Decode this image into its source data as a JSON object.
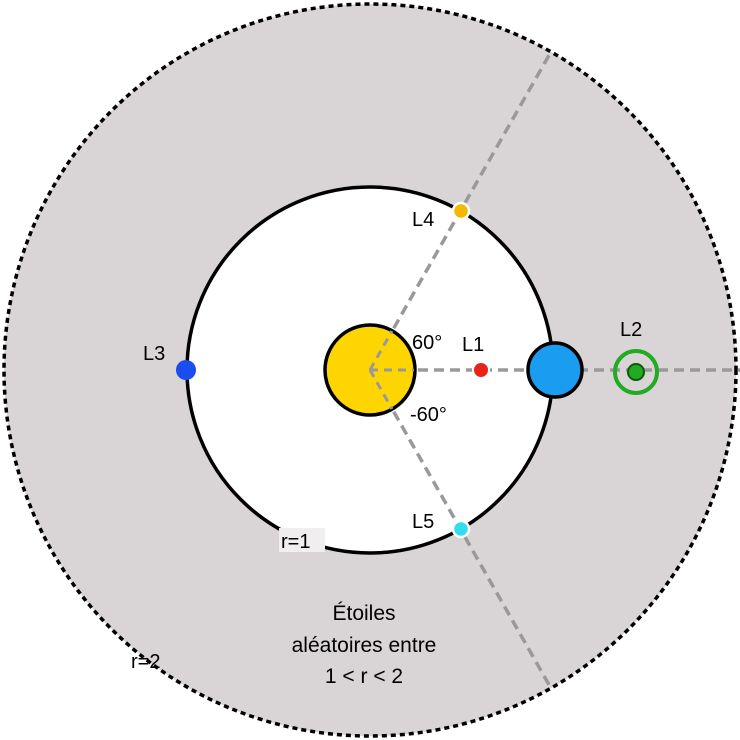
{
  "labels": {
    "l1": "L1",
    "l2": "L2",
    "l3": "L3",
    "l4": "L4",
    "l5": "L5",
    "angle_top": "60°",
    "angle_bottom": "-60°",
    "inner_radius": "r=1",
    "outer_radius": "r=2",
    "note_line1": "Étoiles",
    "note_line2": "aléatoires entre",
    "note_line3": "1 < r < 2"
  },
  "colors": {
    "annulus_fill": "#d9d4d6",
    "sun": "#ffd500",
    "planet": "#1a9cf0",
    "l1": "#e8231a",
    "l2": "#22aa22",
    "l3": "#1a4cf0",
    "l4": "#f5b800",
    "l5": "#33ddee",
    "guide_lines": "#999999"
  }
}
